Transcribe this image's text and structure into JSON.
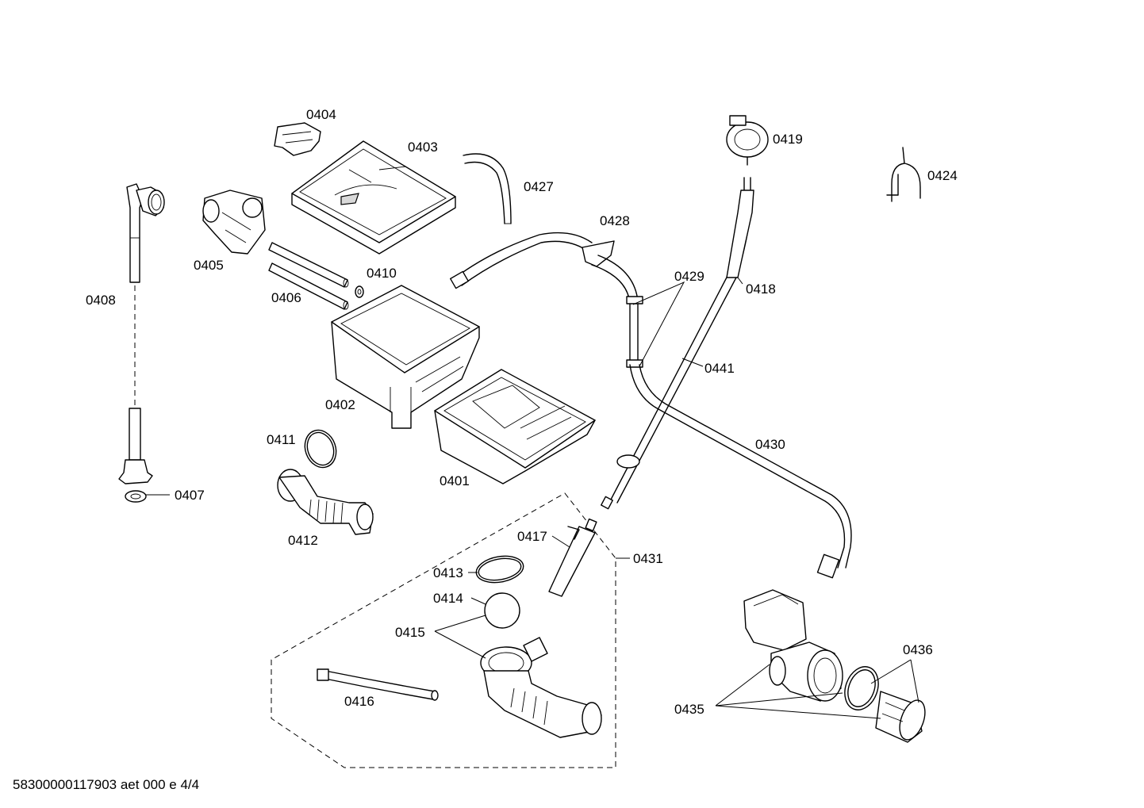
{
  "labels": {
    "p0401": "0401",
    "p0402": "0402",
    "p0403": "0403",
    "p0404": "0404",
    "p0405": "0405",
    "p0406": "0406",
    "p0407": "0407",
    "p0408": "0408",
    "p0410": "0410",
    "p0411": "0411",
    "p0412": "0412",
    "p0413": "0413",
    "p0414": "0414",
    "p0415": "0415",
    "p0416": "0416",
    "p0417": "0417",
    "p0418": "0418",
    "p0419": "0419",
    "p0424": "0424",
    "p0427": "0427",
    "p0428": "0428",
    "p0429": "0429",
    "p0430": "0430",
    "p0431": "0431",
    "p0435": "0435",
    "p0436": "0436",
    "p0441": "0441"
  },
  "footer": "58300000117903 aet 000 e 4/4"
}
